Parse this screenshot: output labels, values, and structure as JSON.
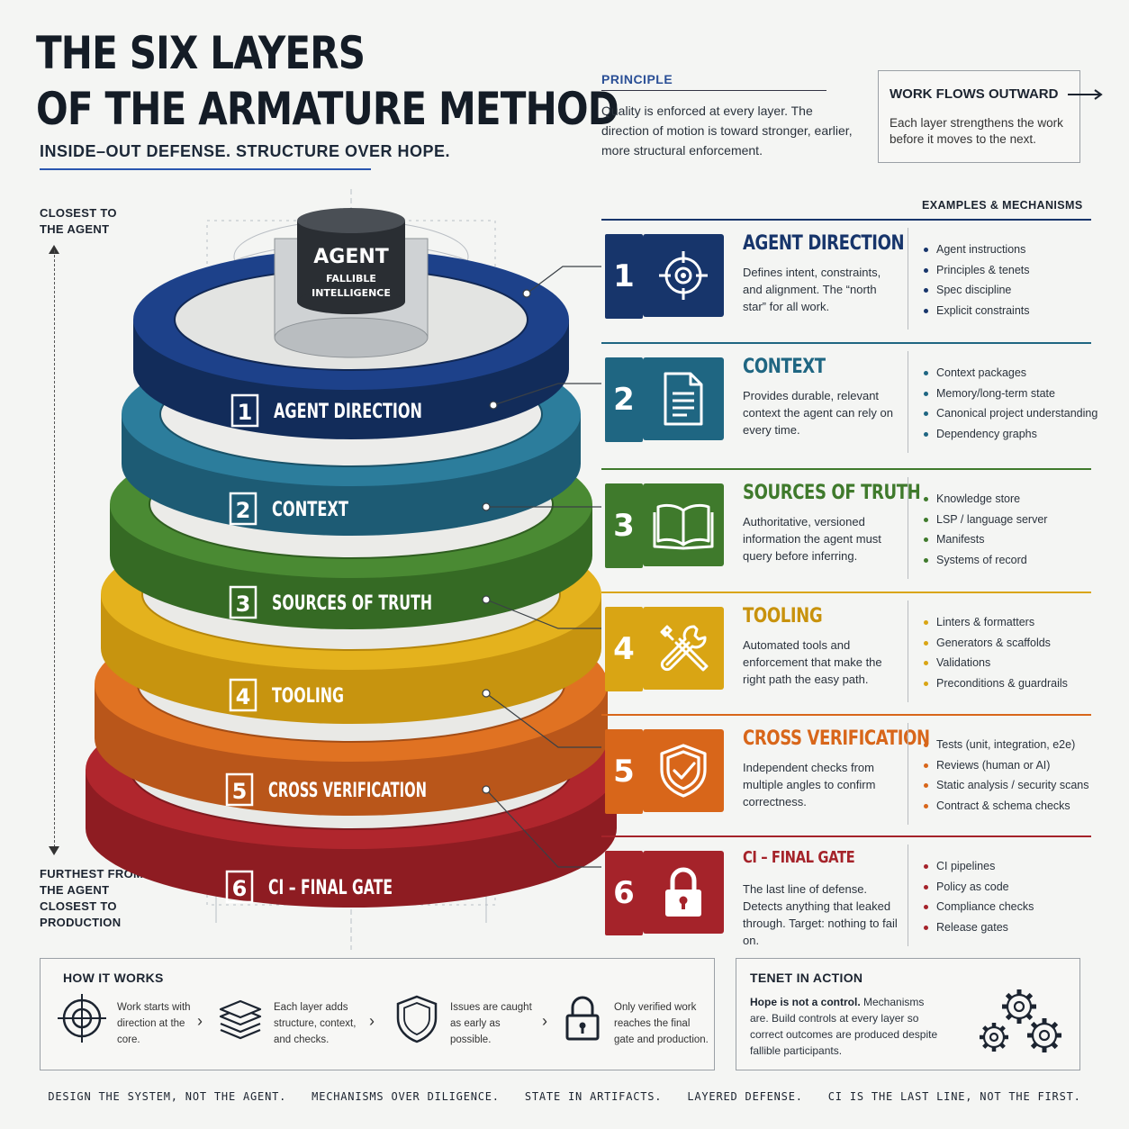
{
  "header": {
    "title_line1": "THE SIX LAYERS",
    "title_line2": "OF THE ARMATURE METHOD",
    "subtitle": "INSIDE–OUT DEFENSE. STRUCTURE OVER HOPE."
  },
  "principle": {
    "heading": "PRINCIPLE",
    "text": "Quality is enforced at every layer. The direction of motion is toward stronger, earlier, more structural enforcement."
  },
  "flow": {
    "heading": "WORK FLOWS OUTWARD",
    "text": "Each layer strengthens the work before it moves to the next."
  },
  "examples_heading": "EXAMPLES & MECHANISMS",
  "axis": {
    "top": [
      "CLOSEST TO",
      "THE AGENT"
    ],
    "bottom": [
      "FURTHEST FROM",
      "THE AGENT",
      "CLOSEST TO",
      "PRODUCTION"
    ]
  },
  "core": {
    "title": "AGENT",
    "line1": "FALLIBLE",
    "line2": "INTELLIGENCE"
  },
  "layers": [
    {
      "num": "1",
      "name": "AGENT DIRECTION",
      "ring_label": "AGENT DIRECTION",
      "color": "#17356b",
      "desc": "Defines intent, constraints, and alignment. The “north star” for all work.",
      "icon": "crosshair-icon",
      "examples": [
        "Agent instructions",
        "Principles & tenets",
        "Spec discipline",
        "Explicit constraints"
      ]
    },
    {
      "num": "2",
      "name": "CONTEXT",
      "ring_label": "CONTEXT",
      "color": "#1f6682",
      "desc": "Provides durable, relevant context the agent can rely on every time.",
      "icon": "document-icon",
      "examples": [
        "Context packages",
        "Memory/long-term state",
        "Canonical project understanding",
        "Dependency graphs"
      ]
    },
    {
      "num": "3",
      "name": "SOURCES OF TRUTH",
      "ring_label": "SOURCES OF TRUTH",
      "color": "#3f7a2c",
      "desc": "Authoritative, versioned information the agent must query before inferring.",
      "icon": "book-icon",
      "examples": [
        "Knowledge store",
        "LSP / language server",
        "Manifests",
        "Systems of record"
      ]
    },
    {
      "num": "4",
      "name": "TOOLING",
      "ring_label": "TOOLING",
      "color": "#d9a514",
      "desc": "Automated tools and enforcement that make the right path the easy path.",
      "icon": "tools-icon",
      "examples": [
        "Linters & formatters",
        "Generators & scaffolds",
        "Validations",
        "Preconditions & guardrails"
      ]
    },
    {
      "num": "5",
      "name": "CROSS VERIFICATION",
      "ring_label": "CROSS VERIFICATION",
      "color": "#d8661a",
      "desc": "Independent checks from multiple angles to confirm correctness.",
      "icon": "shield-check-icon",
      "examples": [
        "Tests (unit, integration, e2e)",
        "Reviews (human or AI)",
        "Static analysis / security scans",
        "Contract & schema checks"
      ]
    },
    {
      "num": "6",
      "name": "CI – FINAL GATE",
      "ring_label": "CI – FINAL GATE",
      "color": "#a5232a",
      "desc": "The last line of defense. Detects anything that leaked through. Target: nothing to fail on.",
      "icon": "padlock-icon",
      "examples": [
        "CI pipelines",
        "Policy as code",
        "Compliance checks",
        "Release gates"
      ]
    }
  ],
  "how_it_works": {
    "heading": "HOW IT WORKS",
    "steps": [
      {
        "icon": "target-icon",
        "text": "Work starts with direction at the core."
      },
      {
        "icon": "stack-icon",
        "text": "Each layer adds structure, context, and checks."
      },
      {
        "icon": "shield-icon",
        "text": "Issues are caught as early as possible."
      },
      {
        "icon": "lock-icon",
        "text": "Only verified work reaches the final gate and production."
      }
    ]
  },
  "tenet": {
    "heading": "TENET IN ACTION",
    "bold": "Hope is not a control.",
    "text": " Mechanisms are. Build controls at every layer so correct outcomes are produced despite fallible participants."
  },
  "footer": [
    "DESIGN THE SYSTEM, NOT THE AGENT.",
    "MECHANISMS OVER DILIGENCE.",
    "STATE IN ARTIFACTS.",
    "LAYERED DEFENSE.",
    "CI IS THE LAST LINE, NOT THE FIRST."
  ]
}
